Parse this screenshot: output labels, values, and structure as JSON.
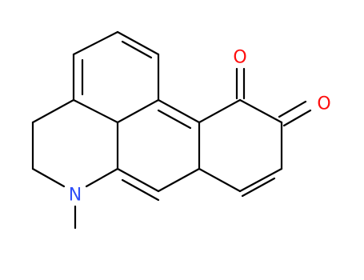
{
  "atoms": [
    {
      "id": "O1",
      "label": "O",
      "color": "#ff0d0d"
    },
    {
      "id": "O2",
      "label": "O",
      "color": "#ff0d0d"
    },
    {
      "id": "N1",
      "label": "N",
      "color": "#3050f8"
    }
  ],
  "colors": {
    "bond": "#000000",
    "oxygen": "#ff0d0d",
    "nitrogen": "#3050f8",
    "background": "#ffffff"
  }
}
